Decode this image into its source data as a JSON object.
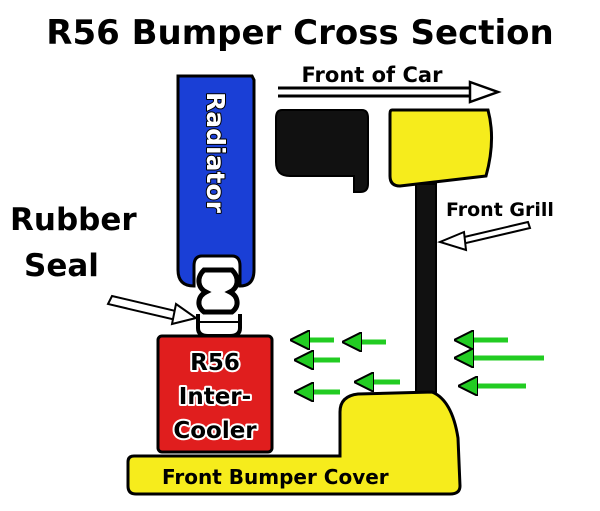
{
  "title": "R56 Bumper Cross Section",
  "labels": {
    "front_of_car": "Front of Car",
    "radiator": "Radiator",
    "rubber_seal_line1": "Rubber",
    "rubber_seal_line2": "Seal",
    "front_grill": "Front Grill",
    "intercooler_line1": "R56",
    "intercooler_line2": "Inter-",
    "intercooler_line3": "Cooler",
    "front_bumper_cover": "Front Bumper Cover"
  },
  "colors": {
    "radiator": "#1a3fd6",
    "intercooler": "#e01e1e",
    "bumper": "#f6ec1c",
    "airflow": "#22cc22",
    "dark": "#111111"
  }
}
